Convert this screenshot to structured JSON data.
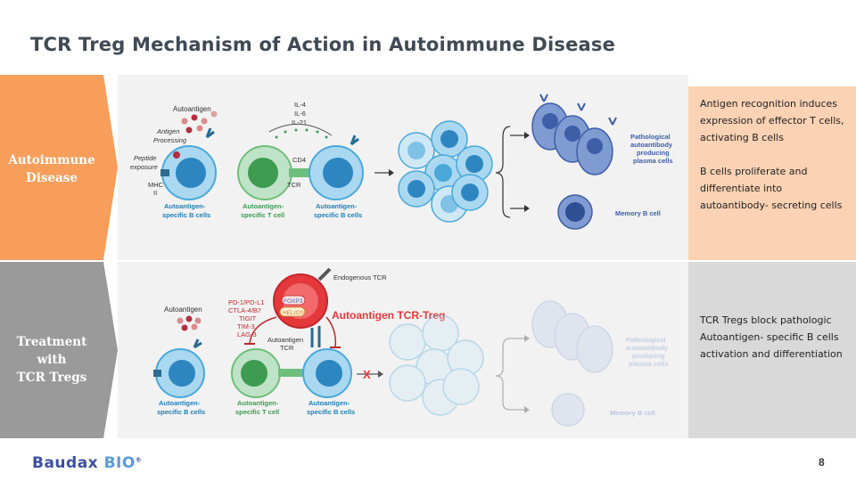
{
  "title": "TCR Treg Mechanism of Action in Autoimmune Disease",
  "rows": {
    "top": {
      "label_line1": "Autoimmune",
      "label_line2": "Disease",
      "note_p1": "Antigen recognition induces expression of effector T cells, activating B cells",
      "note_p2": "B cells proliferate and differentiate into autoantibody- secreting cells",
      "diagram": {
        "autoantigen": "Autoantigen",
        "antigen_processing_1": "Antigen",
        "antigen_processing_2": "Processing",
        "peptide_exposure_1": "Peptide",
        "peptide_exposure_2": "exposure",
        "mhc_1": "MHC",
        "mhc_2": "II",
        "b_cell_1a": "Autoantigen-",
        "b_cell_1b": "specific B cells",
        "t_cell_a": "Autoantigen-",
        "t_cell_b": "specific T cell",
        "b_cell_2a": "Autoantigen-",
        "b_cell_2b": "specific B cells",
        "il4": "IL-4",
        "il6": "IL-6",
        "il21": "IL-21",
        "cd4": "CD4",
        "tcr": "TCR",
        "plasma_1": "Pathological",
        "plasma_2": "autoantibody",
        "plasma_3": "producing",
        "plasma_4": "plasma cells",
        "memory": "Memory B cell"
      }
    },
    "bottom": {
      "label_line1": "Treatment with",
      "label_line2": "TCR Tregs",
      "note_p1": "TCR Tregs block pathologic Autoantigen- specific B cells activation and differentiation",
      "diagram": {
        "endogenous_tcr": "Endogenous TCR",
        "foxp3": "FOXP3",
        "helios": "HELIOS",
        "treg_title": "Autoantigen TCR-Treg",
        "checkpoint_1": "PD-1/PD-L1",
        "checkpoint_2": "CTLA-4/B7",
        "checkpoint_3": "TIGIT",
        "checkpoint_4": "TIM-3",
        "checkpoint_5": "LAG-3",
        "autoantigen": "Autoantigen",
        "autoantigen_tcr_1": "Autoantigen",
        "autoantigen_tcr_2": "TCR",
        "b_cell_1a": "Autoantigen-",
        "b_cell_1b": "specific B cells",
        "t_cell_a": "Autoantigen-",
        "t_cell_b": "specific T cell",
        "b_cell_2a": "Autoantigen-",
        "b_cell_2b": "specific B cells",
        "block_mark": "X",
        "plasma_1": "Pathological",
        "plasma_2": "autoantibody",
        "plasma_3": "producing",
        "plasma_4": "plasma cells",
        "memory": "Memory B cell"
      }
    }
  },
  "footer": {
    "logo_main": "Baudax",
    "logo_bio": "BIO",
    "logo_reg": "®",
    "page_number": "8"
  },
  "colors": {
    "orange": "#f79e5b",
    "orange_light": "#fbd2b3",
    "grey": "#9a9a9a",
    "grey_light": "#d9d9d9",
    "panel_bg": "#f2f2f2",
    "title": "#404a54",
    "b_cell": "#4aa8d8",
    "t_cell": "#6dbf7b",
    "treg": "#e5383b",
    "plasma": "#4a6fb5",
    "treg_text": "#e5383b"
  }
}
